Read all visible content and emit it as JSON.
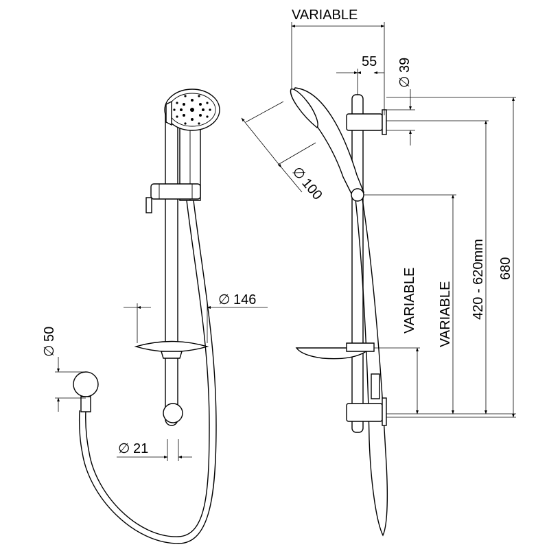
{
  "labels": {
    "variable_top": "VARIABLE",
    "dim_55": "55",
    "dim_39": "39",
    "dim_100": "100",
    "dim_146": "146",
    "dim_50": "50",
    "dim_21": "21",
    "variable_vert_1": "VARIABLE",
    "variable_vert_2": "VARIABLE",
    "range_420_620": "420 - 620mm",
    "dim_680": "680",
    "diameter_symbol": "∅"
  }
}
